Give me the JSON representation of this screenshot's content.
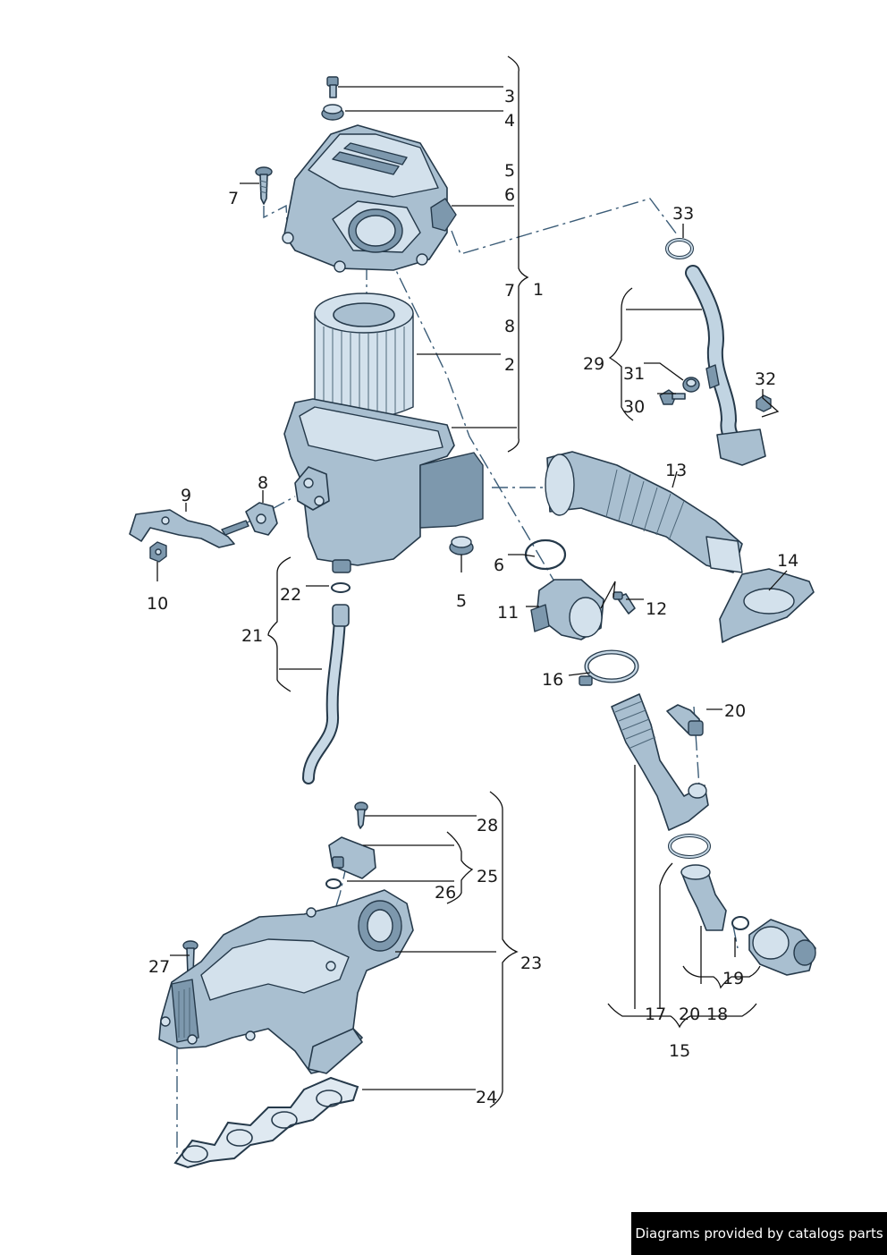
{
  "labels": {
    "l1": "1",
    "l2": "2",
    "l3": "3",
    "l4": "4",
    "l5a": "5",
    "l5b": "5",
    "l6a": "6",
    "l6b": "6",
    "l7a": "7",
    "l7b": "7",
    "l8a": "8",
    "l8b": "8",
    "l9": "9",
    "l10": "10",
    "l11": "11",
    "l12": "12",
    "l13": "13",
    "l14": "14",
    "l15": "15",
    "l16": "16",
    "l17": "17",
    "l18": "18",
    "l19": "19",
    "l20a": "20",
    "l20b": "20",
    "l21": "21",
    "l22": "22",
    "l23": "23",
    "l24": "24",
    "l25": "25",
    "l26": "26",
    "l27": "27",
    "l28": "28",
    "l29": "29",
    "l30": "30",
    "l31": "31",
    "l32": "32",
    "l33": "33"
  },
  "watermark": "Diagrams provided by catalogs parts"
}
